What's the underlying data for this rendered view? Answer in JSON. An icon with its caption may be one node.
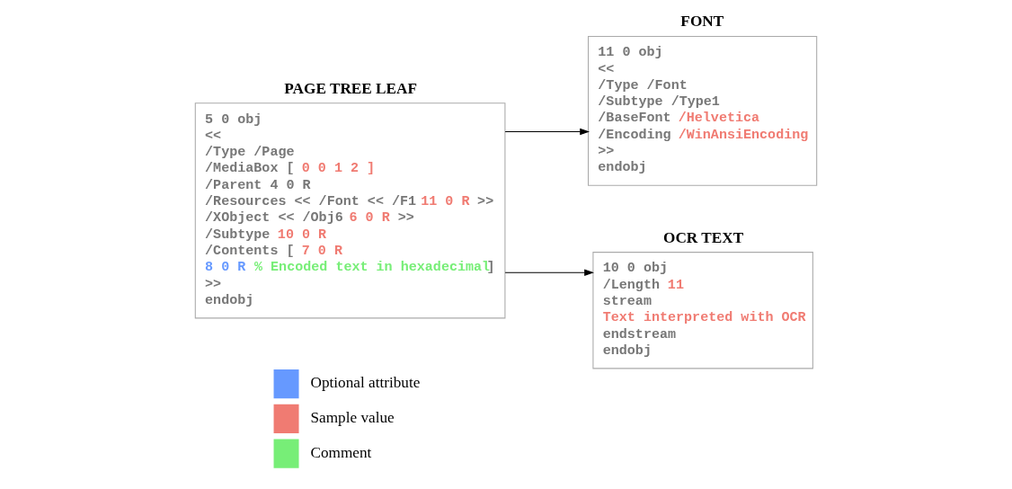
{
  "diagram": {
    "nodes": [
      {
        "text": [
          "PAGE TREE LEAF",
          "5 0 obj",
          "<<",
          "/Type /Page",
          "/MediaBox [ 0 0 1 2 ]",
          "/Parent 4 0 R",
          "/Resources << /Font << /F1 11 0 R >>",
          "/XObject << /Obj6 6 0 R >>",
          "/Subtype 10 0 R",
          "/Contents [ 7 0 R",
          "8 0 R % Encoded text in hexadecimal]",
          ">>",
          "endobj"
        ]
      },
      {
        "text": [
          "FONT",
          "11 0 obj",
          "<<",
          "/Type /Font",
          "/Subtype /Type1",
          "/BaseFont /Helvetica",
          "/Encoding /WinAnsiEncoding",
          ">>",
          "endobj"
        ]
      },
      {
        "text": [
          "OCR TEXT",
          "10 0 obj",
          "/Length 11",
          "stream",
          "Text interpreted with OCR",
          "endstream",
          "endobj"
        ]
      }
    ],
    "edges": [
      {
        "from": 0,
        "to": 1,
        "arrow": "to"
      },
      {
        "from": 0,
        "to": 2,
        "arrow": "to"
      }
    ],
    "legend": [
      {
        "text": "Optional attribute",
        "color": "#6699ff"
      },
      {
        "text": "Sample value",
        "color": "#f07b72"
      },
      {
        "text": "Comment",
        "color": "#77ee77"
      }
    ]
  }
}
